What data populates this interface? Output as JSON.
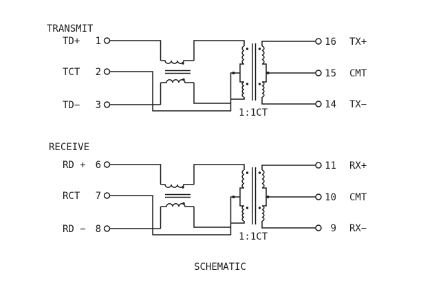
{
  "drawing": {
    "title": "SCHEMATIC",
    "ink": "#1c1c1c",
    "background": "#ffffff",
    "transformer_type": "transformer-with-common-mode-choke",
    "sections": [
      {
        "name": "TRANSMIT",
        "transformer_ratio": "1:1CT",
        "left_pins": [
          {
            "label": "TD+",
            "number": "1"
          },
          {
            "label": "TCT",
            "number": "2"
          },
          {
            "label": "TD−",
            "number": "3"
          }
        ],
        "right_pins": [
          {
            "number": "16",
            "label": "TX+"
          },
          {
            "number": "15",
            "label": "CMT"
          },
          {
            "number": "14",
            "label": "TX−"
          }
        ]
      },
      {
        "name": "RECEIVE",
        "transformer_ratio": "1:1CT",
        "left_pins": [
          {
            "label": "RD +",
            "number": "6"
          },
          {
            "label": "RCT",
            "number": "7"
          },
          {
            "label": "RD −",
            "number": "8"
          }
        ],
        "right_pins": [
          {
            "number": "11",
            "label": "RX+"
          },
          {
            "number": "10",
            "label": "CMT"
          },
          {
            "number": "9",
            "label": "RX−"
          }
        ]
      }
    ]
  }
}
